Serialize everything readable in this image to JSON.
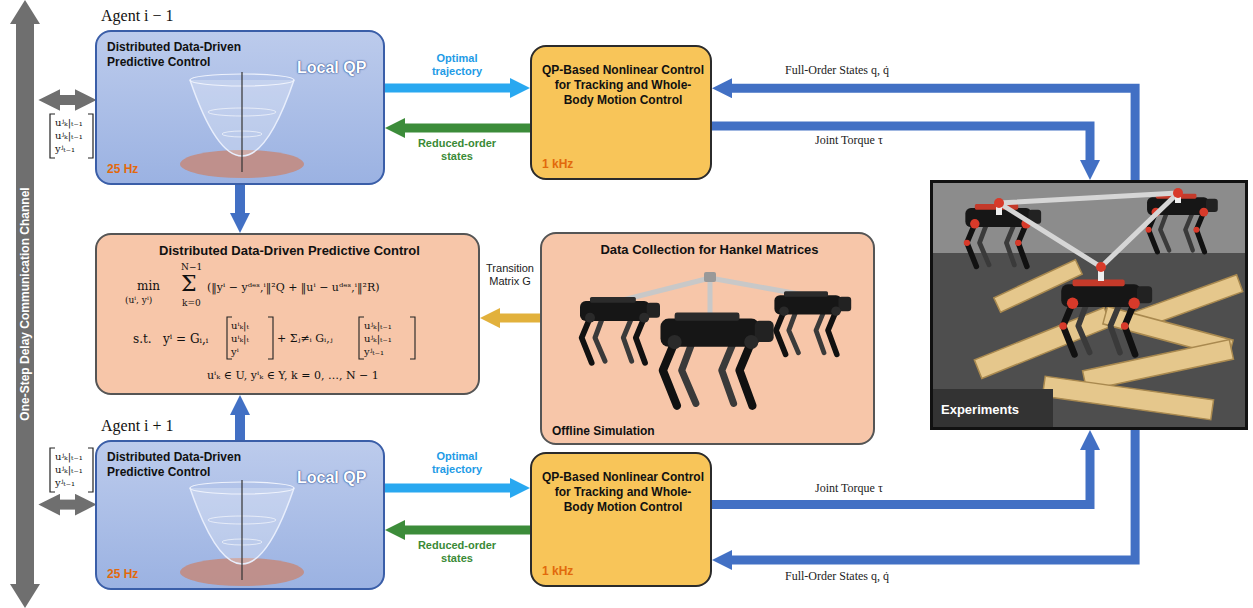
{
  "diagram": {
    "nodes": [
      {
        "text": [
          "One-Step Delay Communication Channel"
        ]
      },
      {
        "text": [
          "Agent i − 1",
          "Distributed Data-Driven Predictive Control",
          "Local QP",
          "25 Hz"
        ]
      },
      {
        "text": [
          "QP-Based Nonlinear Control for Tracking and Whole-Body Motion Control",
          "1 kHz"
        ]
      },
      {
        "text": [
          "Distributed Data-Driven Predictive Control",
          "min",
          "(uⁱ, yⁱ)",
          "N−1",
          "Σ",
          "k=0",
          "(‖yⁱ − yᵈᵉˢ,ⁱ‖²Q + ‖uⁱ − uᵈᵉˢ,ⁱ‖²R)",
          "s.t.",
          "yⁱ = Gᵢ,ᵢ",
          "uⁱₖ|ₜ",
          "uⁱₖ|ₜ",
          "yⁱ",
          "+ Σⱼ≠ᵢ Gᵢ,ⱼ",
          "uʲₖ|ₜ₋₁",
          "uʲₖ|ₜ₋₁",
          "yʲₜ₋₁",
          "uⁱₖ ∈ U, yⁱₖ ∈ Y, k = 0, …, N − 1"
        ]
      },
      {
        "text": [
          "Data Collection for Hankel Matrices",
          "Offline Simulation"
        ]
      },
      {
        "text": [
          "Experiments"
        ]
      },
      {
        "text": [
          "Agent i + 1",
          "Distributed Data-Driven Predictive Control",
          "Local QP",
          "25 Hz"
        ]
      },
      {
        "text": [
          "QP-Based Nonlinear Control for Tracking and Whole-Body Motion Control",
          "1 kHz"
        ]
      }
    ],
    "edges": [
      {
        "from": 0,
        "to": 1,
        "arrow": "both"
      },
      {
        "from": 1,
        "to": 2,
        "label": "Optimal trajectory",
        "arrow": "to"
      },
      {
        "from": 2,
        "to": 1,
        "label": "Reduced-order states",
        "arrow": "to"
      },
      {
        "from": 5,
        "to": 2,
        "label": "Full-Order States q, q̇",
        "arrow": "to"
      },
      {
        "from": 2,
        "to": 5,
        "label": "Joint Torque τ",
        "arrow": "to"
      },
      {
        "from": 1,
        "to": 3,
        "arrow": "to"
      },
      {
        "from": 4,
        "to": 3,
        "label": "Transition Matrix G",
        "arrow": "to"
      },
      {
        "from": 6,
        "to": 3,
        "arrow": "to"
      },
      {
        "from": 0,
        "to": 6,
        "arrow": "both"
      },
      {
        "from": 6,
        "to": 7,
        "label": "Optimal trajectory",
        "arrow": "to"
      },
      {
        "from": 7,
        "to": 6,
        "label": "Reduced-order states",
        "arrow": "to"
      },
      {
        "from": 7,
        "to": 5,
        "label": "Joint Torque τ",
        "arrow": "to"
      },
      {
        "from": 5,
        "to": 7,
        "label": "Full-Order States q, q̇",
        "arrow": "to"
      }
    ],
    "labels": [
      "uʲₖ|ₜ₋₁",
      "uʲₖ|ₜ₋₁",
      "yʲₜ₋₁",
      "uʲₖ|ₜ₋₁",
      "uʲₖ|ₜ₋₁",
      "yʲₜ₋₁"
    ]
  }
}
